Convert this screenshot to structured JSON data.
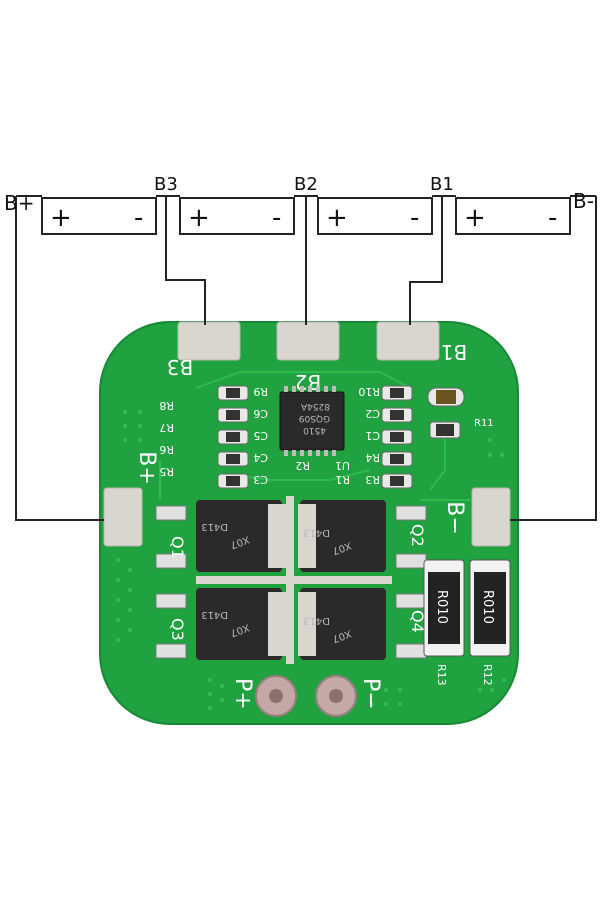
{
  "terminals": {
    "b_plus": "B+",
    "b3": "B3",
    "b2": "B2",
    "b1": "B1",
    "b_minus": "B-"
  },
  "cells": [
    {
      "plus": "+",
      "minus": "-"
    },
    {
      "plus": "+",
      "minus": "-"
    },
    {
      "plus": "+",
      "minus": "-"
    },
    {
      "plus": "+",
      "minus": "-"
    }
  ],
  "board": {
    "pad_b3": "B3",
    "pad_b2": "B2",
    "pad_b1": "B1",
    "pad_bplus": "B+",
    "pad_bminus": "B−",
    "p_plus": "P+",
    "p_minus": "P−",
    "mosfets": [
      "Q1",
      "Q2",
      "Q3",
      "Q4"
    ],
    "shunt_value": "R010",
    "shunt_refs": [
      "R13",
      "R12"
    ],
    "r11": "R11",
    "r9": "R9",
    "r8": "R8",
    "r7": "R7",
    "r6": "R6",
    "r5": "R5",
    "c6": "C6",
    "c5": "C5",
    "c4": "C4",
    "c3": "C3",
    "r2": "R2",
    "r1": "R1",
    "u1": "U1",
    "r10": "R10",
    "c2": "C2",
    "c1": "C1",
    "r4": "R4",
    "r3": "R3",
    "chip_marking_1": "8254A",
    "chip_marking_2": "GQS09",
    "chip_marking_3": "4510",
    "mosfet_marking_1": "D413",
    "mosfet_marking_2": "X07"
  },
  "colors": {
    "pcb": "#1fa23f",
    "pcb_dark": "#168233",
    "pad": "#d8d6cf",
    "wire": "#222222",
    "component": "#2a2a2a"
  }
}
